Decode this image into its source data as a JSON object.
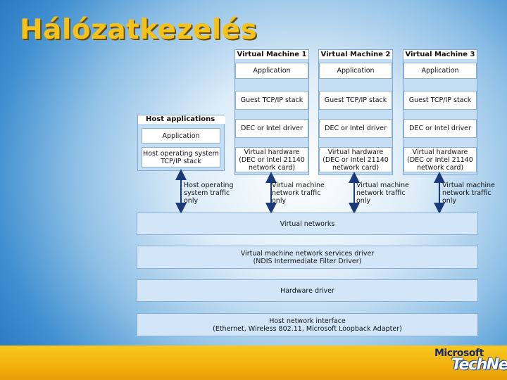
{
  "slide": {
    "title": "Hálózatkezelés"
  },
  "vms": [
    {
      "header": "Virtual Machine 1",
      "application": "Application",
      "stack": "Guest TCP/IP stack",
      "driver": "DEC or Intel driver",
      "hardware": "Virtual hardware\n(DEC or Intel 21140\nnetwork card)",
      "traffic": "Virtual machine\nnetwork traffic\nonly"
    },
    {
      "header": "Virtual Machine 2",
      "application": "Application",
      "stack": "Guest TCP/IP stack",
      "driver": "DEC or Intel driver",
      "hardware": "Virtual hardware\n(DEC or Intel 21140\nnetwork card)",
      "traffic": "Virtual machine\nnetwork traffic\nonly"
    },
    {
      "header": "Virtual Machine 3",
      "application": "Application",
      "stack": "Guest TCP/IP stack",
      "driver": "DEC or Intel driver",
      "hardware": "Virtual hardware\n(DEC or Intel 21140\nnetwork card)",
      "traffic": "Virtual machine\nnetwork traffic\nonly"
    }
  ],
  "host": {
    "title": "Host applications",
    "application": "Application",
    "stack": "Host operating system\nTCP/IP stack",
    "traffic": "Host operating\nsystem traffic\nonly"
  },
  "layers": {
    "virtual_networks": "Virtual networks",
    "services_driver": "Virtual machine network services driver\n(NDIS Intermediate Filter Driver)",
    "hardware_driver": "Hardware driver",
    "interface": "Host network interface\n(Ethernet, Wireless 802.11, Microsoft Loopback Adapter)"
  },
  "branding": {
    "company": "Microsoft",
    "product": "TechNet"
  },
  "colors": {
    "title": "#f5c21a",
    "panel": "#c6def4",
    "footer": "#f3b10f",
    "arrow": "#1a3a7a"
  }
}
